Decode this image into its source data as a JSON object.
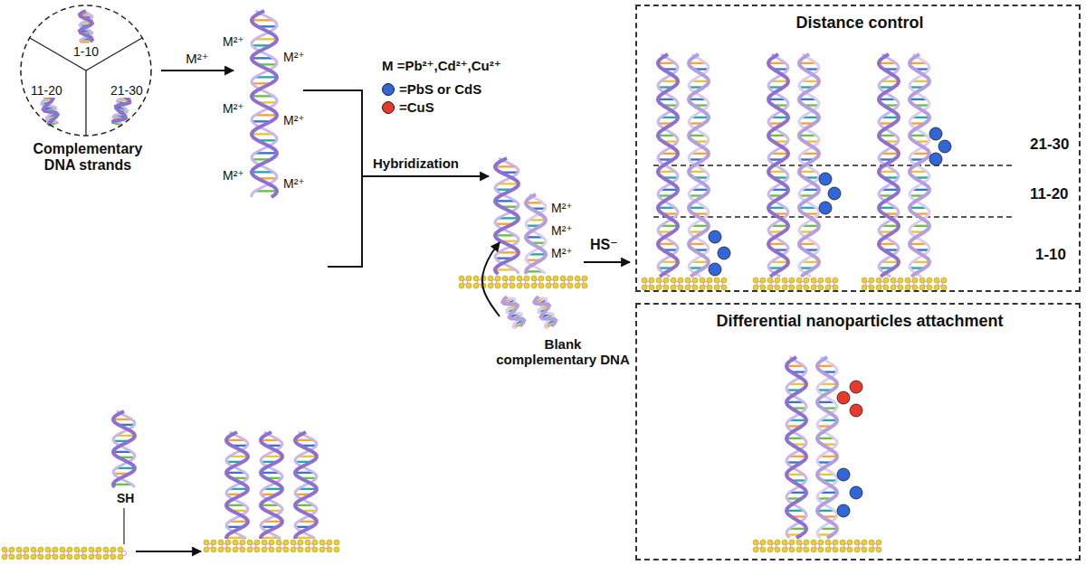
{
  "diagram": {
    "nodes": [
      {
        "text": [
          "1-10",
          "11-20",
          "21-30",
          "Complementary DNA strands"
        ]
      },
      {
        "text": [
          "Distance control",
          "21-30",
          "11-20",
          "1-10"
        ]
      },
      {
        "text": [
          "Differential nanoparticles attachment"
        ]
      }
    ],
    "labels": [
      "M²⁺",
      "M²⁺",
      "M²⁺",
      "M²⁺",
      "M²⁺",
      "M²⁺",
      "M²⁺",
      "M =Pb²⁺,Cd²⁺,Cu²⁺",
      "Hybridization",
      "M²⁺",
      "M²⁺",
      "M²⁺",
      "HS⁻",
      "Blank complementary DNA",
      "SH"
    ],
    "legend": [
      {
        "text": "=PbS or CdS",
        "color": "#2f67d8"
      },
      {
        "text": "=CuS",
        "color": "#e8392b"
      }
    ]
  }
}
